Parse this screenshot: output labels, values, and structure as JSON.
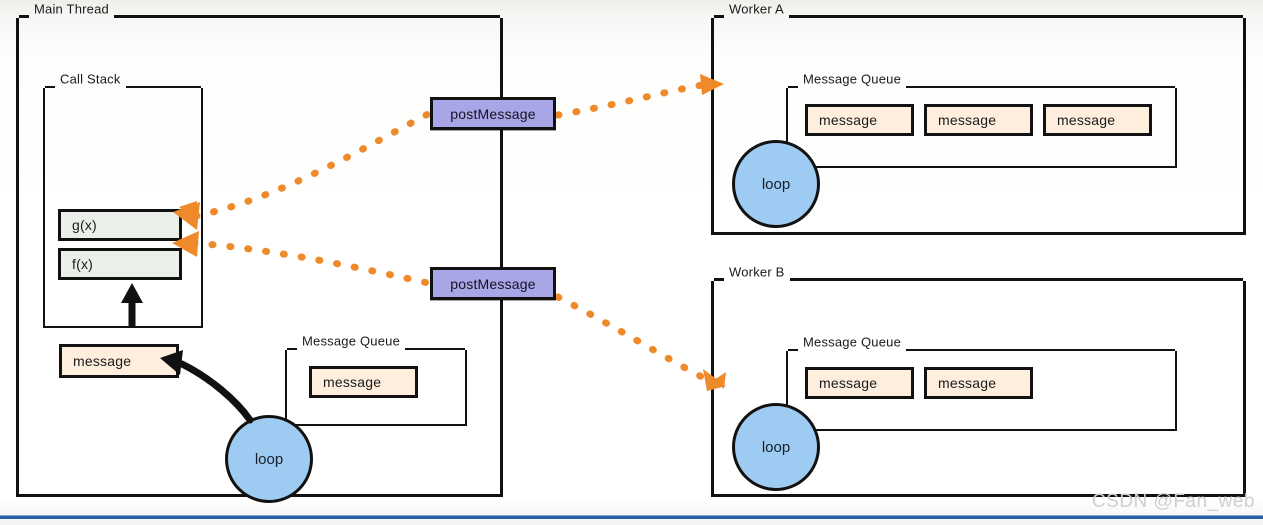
{
  "diagram": {
    "title": "Main Thread and Web Workers message passing",
    "watermark": "CSDN @Fan_web",
    "colors": {
      "box_border": "#111111",
      "message_fill": "#fdeedd",
      "frame_fill": "#eaefe9",
      "post_message_fill": "#a9a6e8",
      "loop_fill": "#9ecbf2",
      "arrow_orange": "#ef8a2b",
      "arrow_black": "#111111",
      "bottom_rule": "#2b5fa8"
    }
  },
  "main_thread": {
    "label": "Main Thread",
    "call_stack": {
      "label": "Call Stack",
      "frames": [
        {
          "label": "g(x)"
        },
        {
          "label": "f(x)"
        }
      ]
    },
    "pending_message": {
      "label": "message"
    },
    "message_queue": {
      "label": "Message Queue",
      "messages": [
        {
          "label": "message"
        }
      ]
    },
    "event_loop": {
      "label": "loop"
    }
  },
  "post_messages": [
    {
      "label": "postMessage",
      "target": "Worker A"
    },
    {
      "label": "postMessage",
      "target": "Worker B"
    }
  ],
  "workers": [
    {
      "label": "Worker A",
      "message_queue": {
        "label": "Message Queue",
        "messages": [
          {
            "label": "message"
          },
          {
            "label": "message"
          },
          {
            "label": "message"
          }
        ]
      },
      "event_loop": {
        "label": "loop"
      }
    },
    {
      "label": "Worker B",
      "message_queue": {
        "label": "Message Queue",
        "messages": [
          {
            "label": "message"
          },
          {
            "label": "message"
          }
        ]
      },
      "event_loop": {
        "label": "loop"
      }
    }
  ]
}
